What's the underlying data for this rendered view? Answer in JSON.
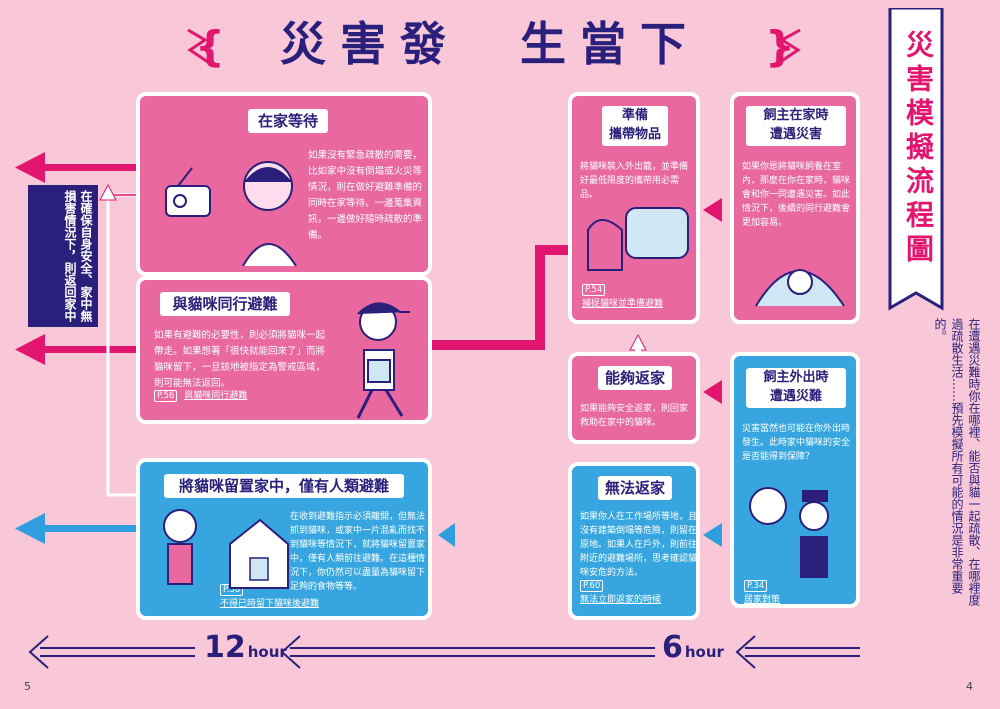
{
  "title": {
    "left_bracket": "{",
    "text": "災害發　生當下",
    "right_bracket": "}"
  },
  "sidebar": {
    "title": "災害模擬流程圖",
    "note": "在遭遇災難時你在哪裡、能否與貓一起疏散、在哪裡度過疏散生活……預先模擬所有可能的情況是非常重要的。"
  },
  "side_note": "在確保自身安全、家中無損害情況下，則返回家中",
  "boxes": {
    "stay_home": {
      "label": "在家等待",
      "text": "如果沒有緊急疏散的需要，比如家中沒有倒塌或火災等情況，則在做好避難準備的同時在家等待。一邊蒐集資訊，一邊做好隨時疏散的準備。"
    },
    "prepare": {
      "label": "準備\n攜帶物品",
      "text": "將貓咪裝入外出籠，並準備好最低限度的攜帶用必需品。",
      "ref_page": "P.54",
      "ref_text": "捕捉貓咪並準備避難"
    },
    "owner_home": {
      "label": "飼主在家時\n遭遇災害",
      "text": "如果你是將貓咪飼養在室內，那麼在你在家時，貓咪會和你一同遭遇災害。如此情況下，後續的同行避難會更加容易。"
    },
    "evacuate_with_cat": {
      "label": "與貓咪同行避難",
      "text": "如果有避難的必要性，則必須將貓咪一起帶走。如果想著「很快就能回來了」而將貓咪留下，一旦該地被指定為警戒區域，則可能無法返回。",
      "ref_page": "P.56",
      "ref_text": "與貓咪同行避難"
    },
    "can_return": {
      "label": "能夠返家",
      "text": "如果能夠安全返家，則回家救助在家中的貓咪。"
    },
    "owner_out": {
      "label": "飼主外出時\n遭遇災難",
      "text": "災害當然也可能在你外出時發生。此時家中貓咪的安全是否能得到保障？",
      "ref_page": "P.34",
      "ref_text": "居家對策"
    },
    "leave_cat": {
      "label": "將貓咪留置家中，僅有人類避難",
      "text": "在收到避難指示必須離開，但無法抓到貓咪，或家中一片混亂而找不到貓咪等情況下，就將貓咪留置家中，僅有人類前往避難。在這種情況下，你仍然可以盡量為貓咪留下足夠的食物等等。",
      "ref_page": "P.58",
      "ref_text": "不得已時留下貓咪後避難"
    },
    "cannot_return": {
      "label": "無法返家",
      "text": "如果你人在工作場所等地，且沒有建築倒塌等危險，則留在原地。如果人在戶外，則前往附近的避難場所，思考確認貓咪安危的方法。",
      "ref_page": "P.60",
      "ref_text": "無法立即返家的時候"
    }
  },
  "timeline": {
    "mark12": "12",
    "mark6": "6",
    "unit": "hour"
  },
  "page_numbers": {
    "left": "5",
    "right": "4"
  },
  "colors": {
    "pink": "#e8689f",
    "blue": "#37a6e0",
    "navy": "#2a1f7a",
    "magenta": "#e2156f",
    "bg": "#f8c8d8"
  }
}
